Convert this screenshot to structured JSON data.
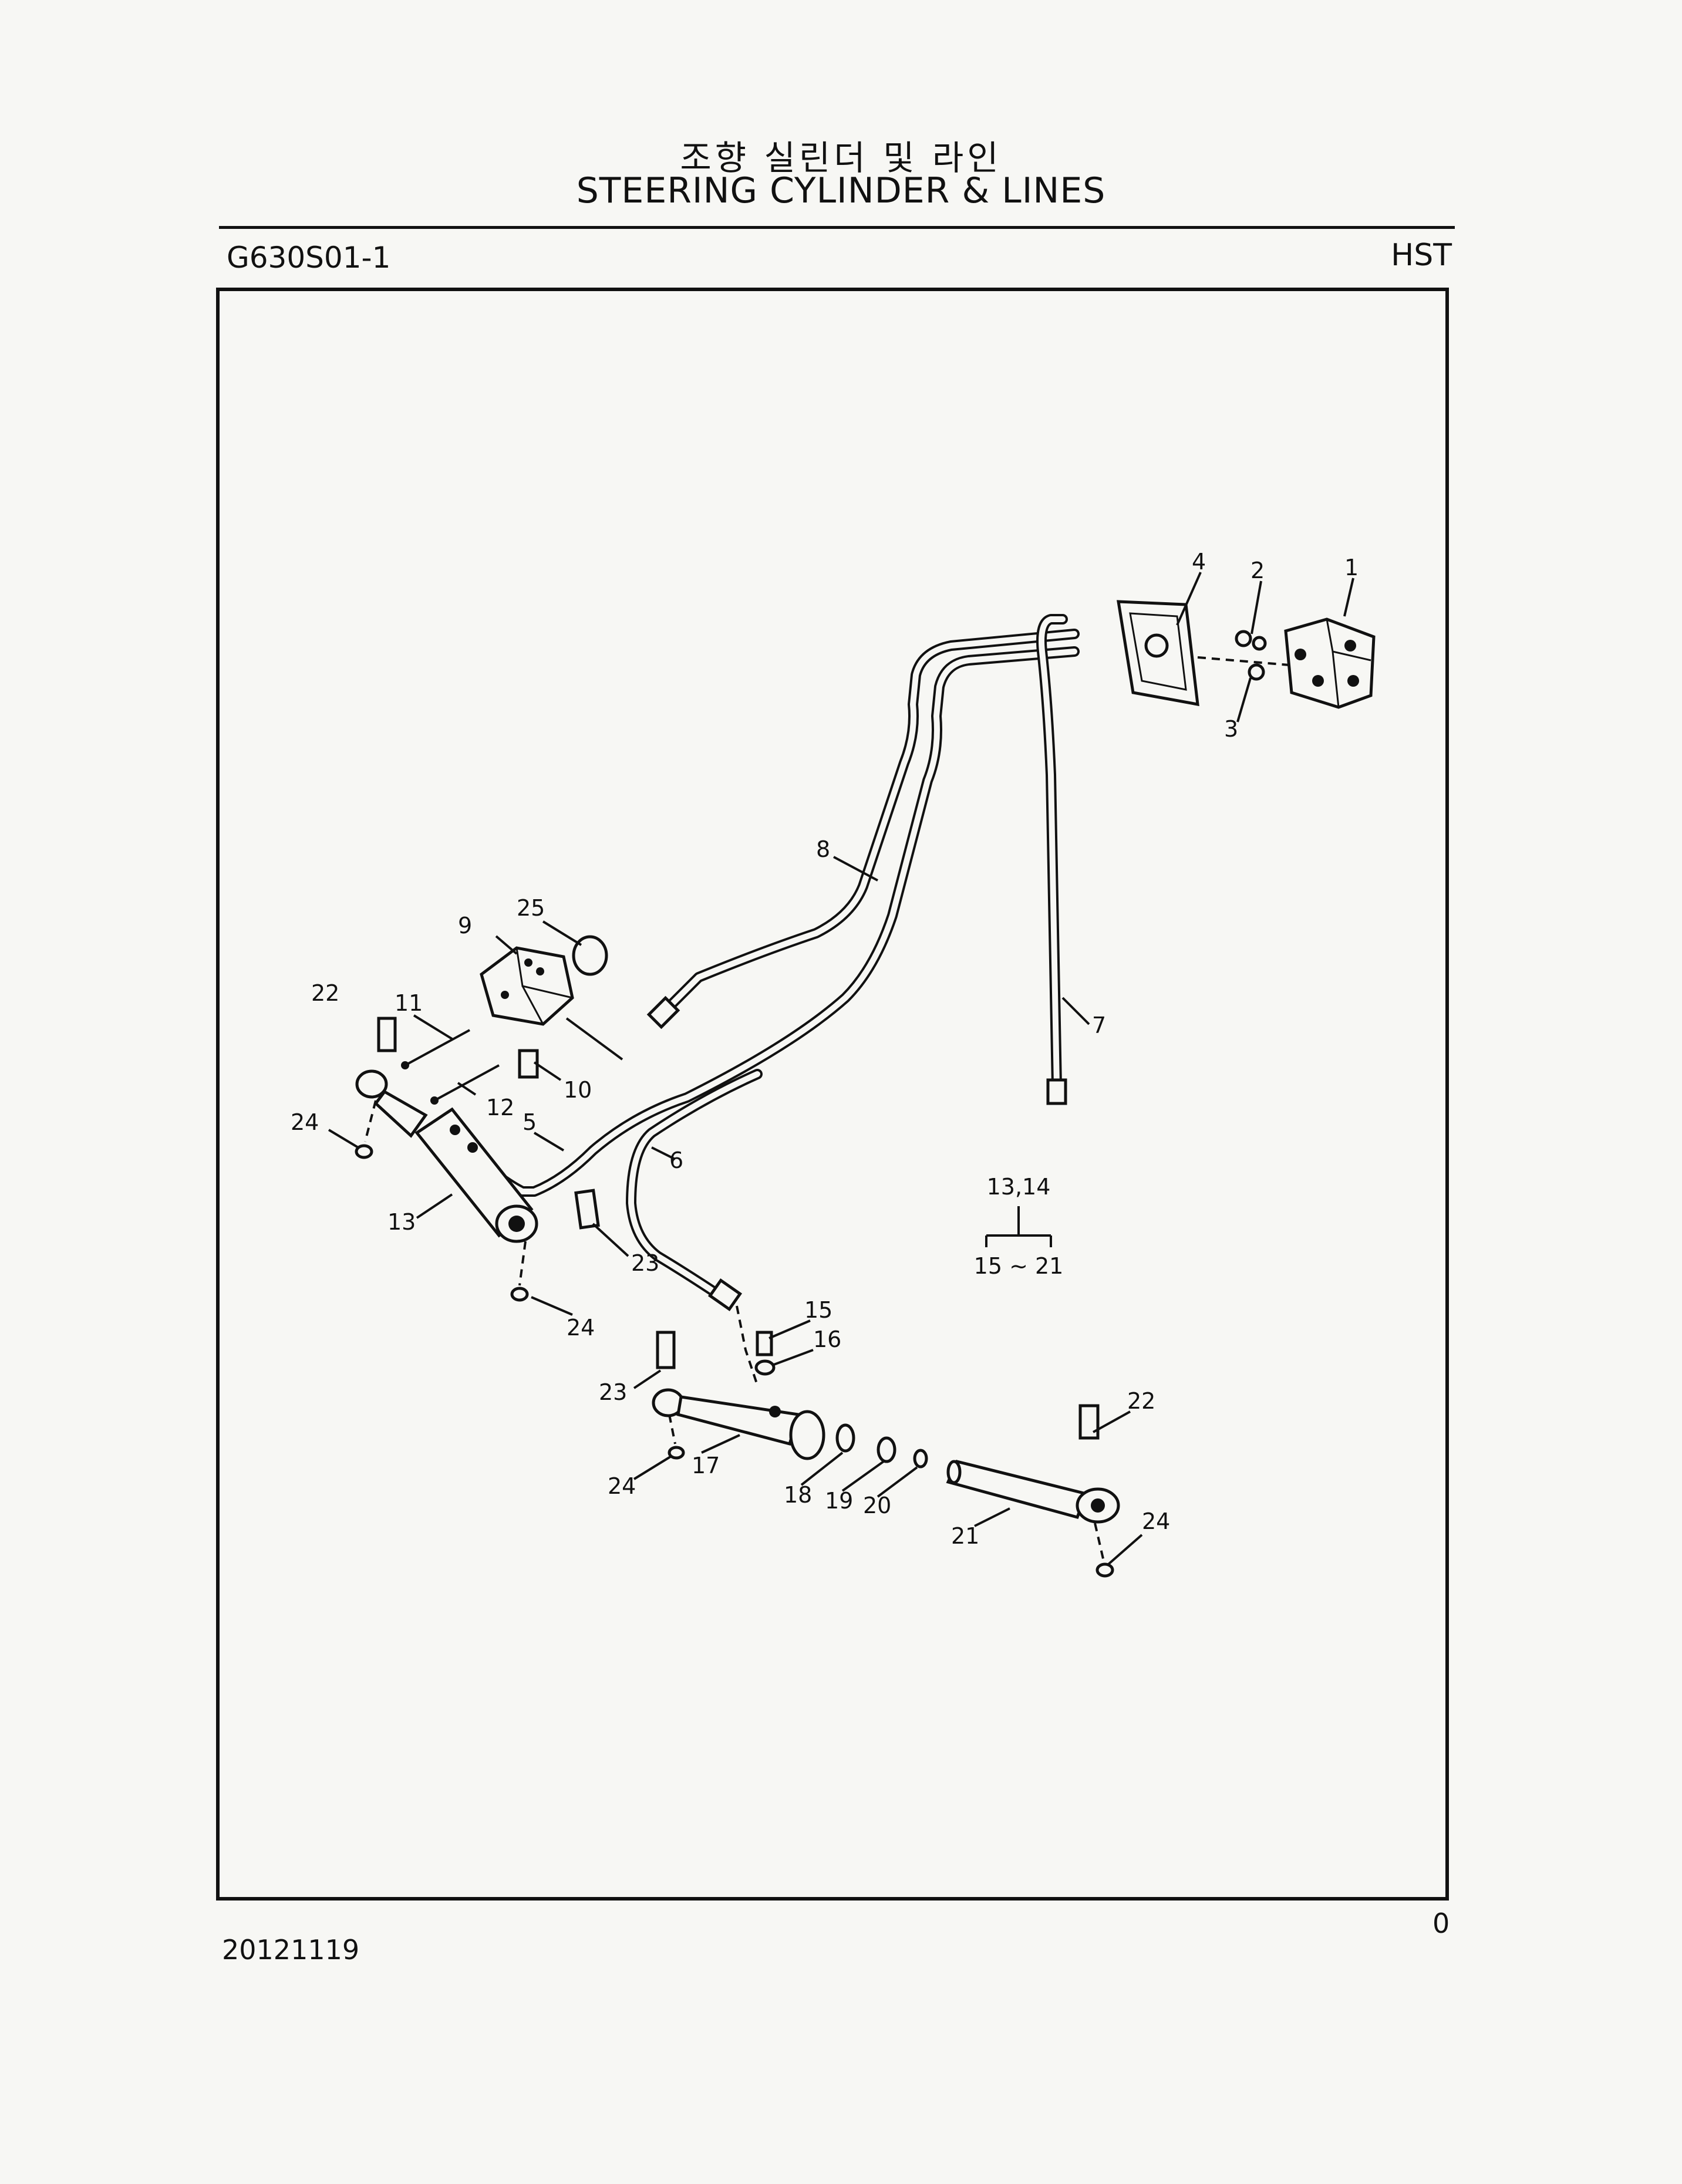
{
  "header": {
    "title_korean": "조향 실린더 및 라인",
    "title_english": "STEERING CYLINDER  & LINES",
    "drawing_code": "G630S01-1",
    "section": "HST"
  },
  "footer": {
    "date": "20121119",
    "page": "0"
  },
  "callouts": {
    "c1": "1",
    "c2": "2",
    "c3": "3",
    "c4": "4",
    "c5": "5",
    "c6": "6",
    "c7": "7",
    "c8": "8",
    "c9": "9",
    "c10": "10",
    "c11": "11",
    "c12": "12",
    "c13": "13",
    "c15": "15",
    "c16": "16",
    "c17": "17",
    "c18": "18",
    "c19": "19",
    "c20": "20",
    "c21": "21",
    "c22a": "22",
    "c22b": "22",
    "c23a": "23",
    "c23b": "23",
    "c24a": "24",
    "c24b": "24",
    "c24c": "24",
    "c24d": "24",
    "c25": "25"
  },
  "assembly_note": {
    "top": "13,14",
    "bottom": "15 ~ 21"
  }
}
